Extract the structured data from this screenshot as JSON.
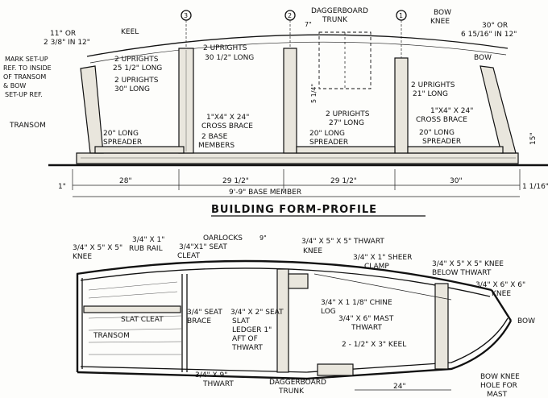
{
  "profile": {
    "title": "BUILDING FORM-PROFILE",
    "station_numbers": [
      "3",
      "2",
      "1"
    ],
    "labels": {
      "angle_left": "11° OR",
      "angle_left_sub": "2 3/8\" IN 12\"",
      "keel": "KEEL",
      "dagger_trunk_1": "DAGGERBOARD",
      "dagger_trunk_2": "TRUNK",
      "seven": "7\"",
      "bow_knee_1": "BOW",
      "bow_knee_2": "KNEE",
      "angle_right": "30° OR",
      "angle_right_sub": "6 15/16\" IN 12\"",
      "bow": "BOW",
      "mark_1": "MARK SET-UP",
      "mark_2": "REF. TO INSIDE",
      "mark_3": "OF TRANSOM",
      "mark_4": "& BOW",
      "mark_5": "SET-UP REF.",
      "upr_25a": "2 UPRIGHTS",
      "upr_25b": "25 1/2\" LONG",
      "upr_30a": "2 UPRIGHTS",
      "upr_30b": "30\" LONG",
      "upr_30h_a": "2 UPRIGHTS",
      "upr_30h_b": "30 1/2\" LONG",
      "upr_21a": "2 UPRIGHTS",
      "upr_21b": "21\" LONG",
      "brace_24a": "1\"X4\" X 24\"",
      "brace_24b": "CROSS BRACE",
      "brace_24c": "1\"X4\" X 24\"",
      "brace_24d": "CROSS BRACE",
      "upr_27a": "2 UPRIGHTS",
      "upr_27b": "27\" LONG",
      "transom": "TRANSOM",
      "spr_l_a": "20\" LONG",
      "spr_l_b": "SPREADER",
      "base_a": "2 BASE",
      "base_b": "MEMBERS",
      "spr_m_a": "20\" LONG",
      "spr_m_b": "SPREADER",
      "spr_r_a": "20\" LONG",
      "spr_r_b": "SPREADER",
      "five_quarter": "5 1/4\"",
      "fifteen": "15\""
    },
    "dims": {
      "d1": "1\"",
      "d28": "28\"",
      "d29a": "29 1/2\"",
      "d29b": "29 1/2\"",
      "d30": "30\"",
      "d1_16": "1 1/16\"",
      "base": "9'-9\" BASE MEMBER"
    }
  },
  "hull": {
    "labels": {
      "rub_a": "3/4\" X 1\"",
      "rub_b": "RUB RAIL",
      "knee_a": "3/4\" X 5\" X 5\"",
      "knee_b": "KNEE",
      "oarlocks": "OARLOCKS",
      "seat_cleat_a": "3/4\"X1\" SEAT",
      "seat_cleat_b": "CLEAT",
      "nine": "9\"",
      "thwart_knee_a": "3/4\" X 5\" X 5\" THWART",
      "thwart_knee_b": "KNEE",
      "sheer_a": "3/4\" X 1\" SHEER",
      "sheer_b": "CLAMP",
      "knee_below_a": "3/4\" X 5\" X 5\" KNEE",
      "knee_below_b": "BELOW THWART",
      "knee66_a": "3/4\" X 6\" X 6\"",
      "knee66_b": "KNEE",
      "chine_a": "3/4\" X 1 1/8\" CHINE",
      "chine_b": "LOG",
      "mast_a": "3/4\" X 6\" MAST",
      "mast_b": "THWART",
      "bow": "BOW",
      "slat_cleat": "SLAT CLEAT",
      "seat_brace_a": "3/4\" SEAT",
      "seat_brace_b": "BRACE",
      "ledger_a": "3/4\" X 2\" SEAT",
      "ledger_b": "SLAT",
      "ledger_c": "LEDGER 1\"",
      "ledger_d": "AFT OF",
      "ledger_e": "THWART",
      "transom": "TRANSOM",
      "keel": "2 - 1/2\" X 3\" KEEL",
      "thwart_a": "3/4\" X 9\"",
      "thwart_b": "THWART",
      "dagger_a": "DAGGERBOARD",
      "dagger_b": "TRUNK",
      "d24": "24\"",
      "bowknee_a": "BOW KNEE",
      "bowknee_b": "HOLE FOR",
      "bowknee_c": "MAST"
    }
  }
}
